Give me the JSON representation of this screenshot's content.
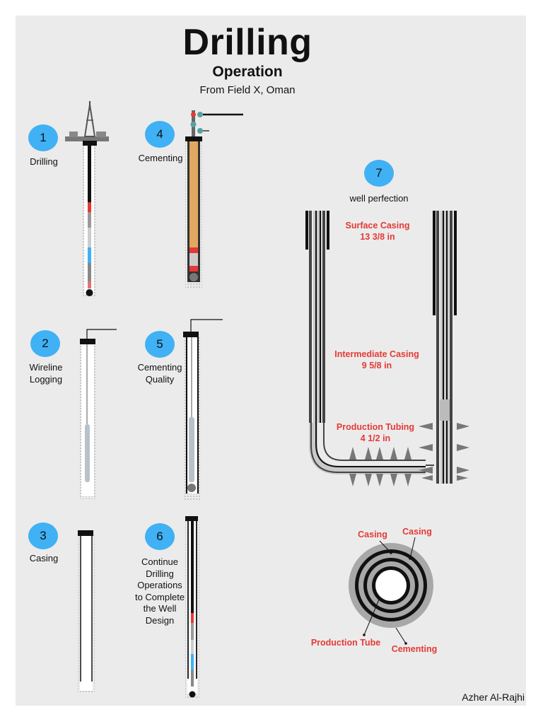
{
  "title": {
    "main": "Drilling",
    "sub": "Operation",
    "source": "From Field X, Oman"
  },
  "steps": [
    {
      "number": "1",
      "label": "Drilling"
    },
    {
      "number": "2",
      "label": "Wireline\nLogging"
    },
    {
      "number": "3",
      "label": "Casing"
    },
    {
      "number": "4",
      "label": "Cementing"
    },
    {
      "number": "5",
      "label": "Cementing\nQuality"
    },
    {
      "number": "6",
      "label": "Continue\nDrilling\nOperations\nto Complete\nthe Well\nDesign"
    },
    {
      "number": "7",
      "label": "well perfection"
    }
  ],
  "well_labels": {
    "surface_casing": "Surface Casing\n13 3/8 in",
    "intermediate_casing": "Intermediate Casing\n9 5/8 in",
    "production_tubing": "Production Tubing\n4 1/2 in"
  },
  "cross_section_labels": {
    "casing_left": "Casing",
    "casing_right": "Casing",
    "production_tube": "Production Tube",
    "cementing": "Cementing"
  },
  "author": "Azher Al-Rajhi",
  "colors": {
    "background": "#ebebeb",
    "badge": "#3fb1f4",
    "label_red": "#e53935",
    "cement": "#e0a860",
    "logging_tool": "#b9c1c9"
  }
}
